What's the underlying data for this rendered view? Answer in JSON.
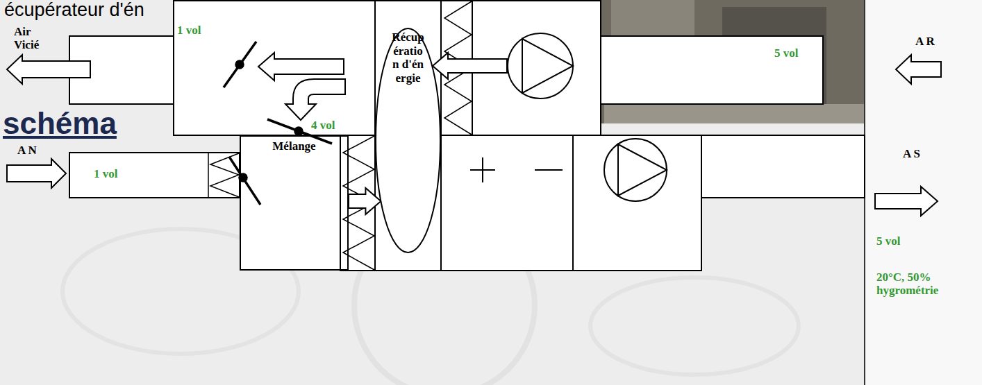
{
  "diagram": {
    "title": "écupérateur d'én",
    "nodes": [
      {
        "text": [
          "Mélange"
        ]
      },
      {
        "text": [
          "Récupération d'énergie"
        ]
      }
    ],
    "edges": [
      {
        "from": 0,
        "to": 1,
        "arrow": "to"
      }
    ],
    "labels": [
      "schéma",
      "Air Vicié",
      "1 vol",
      "4 vol",
      "A N",
      "1 vol",
      "A R",
      "5 vol",
      "A S",
      "5 vol",
      "20°C, 50% hygrométrie"
    ]
  }
}
